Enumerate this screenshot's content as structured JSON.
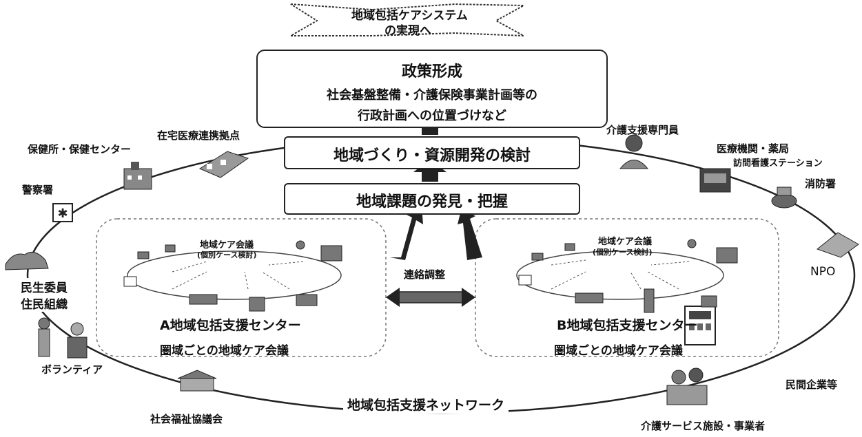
{
  "banner": {
    "line1": "地域包括ケアシステム",
    "line2": "の実現へ"
  },
  "policy": {
    "title": "政策形成",
    "line1": "社会基盤整備・介護保険事業計画等の",
    "line2": "行政計画への位置づけなど"
  },
  "stages": {
    "development": "地域づくり・資源開発の検討",
    "discovery": "地域課題の発見・把握"
  },
  "center_link": "連絡調整",
  "regions": {
    "a": {
      "meeting_title": "地域ケア会議",
      "meeting_sub": "(個別ケース検討)",
      "center_name": "A地域包括支援センター",
      "area_meeting": "圏域ごとの地域ケア会議"
    },
    "b": {
      "meeting_title": "地域ケア会議",
      "meeting_sub": "(個別ケース検討)",
      "center_name": "B地域包括支援センター",
      "area_meeting": "圏域ごとの地域ケア会議"
    }
  },
  "network": {
    "name": "地域包括支援ネットワーク",
    "members": {
      "home_medical": "在宅医療連携拠点",
      "health_center": "保健所・保健センター",
      "police": "警察署",
      "welfare_commissioner": "民生委員",
      "resident_org": "住民組織",
      "volunteer": "ボランティア",
      "social_welfare_council": "社会福祉協議会",
      "care_manager": "介護支援専門員",
      "medical_institution": "医療機関・薬局",
      "visiting_nurse": "訪問看護ステーション",
      "fire_station": "消防署",
      "npo": "NPO",
      "private_company": "民間企業等",
      "care_facility": "介護サービス施設・事業者"
    }
  },
  "colors": {
    "ink": "#111111",
    "arrow": "#222222",
    "dashed": "#777777"
  }
}
